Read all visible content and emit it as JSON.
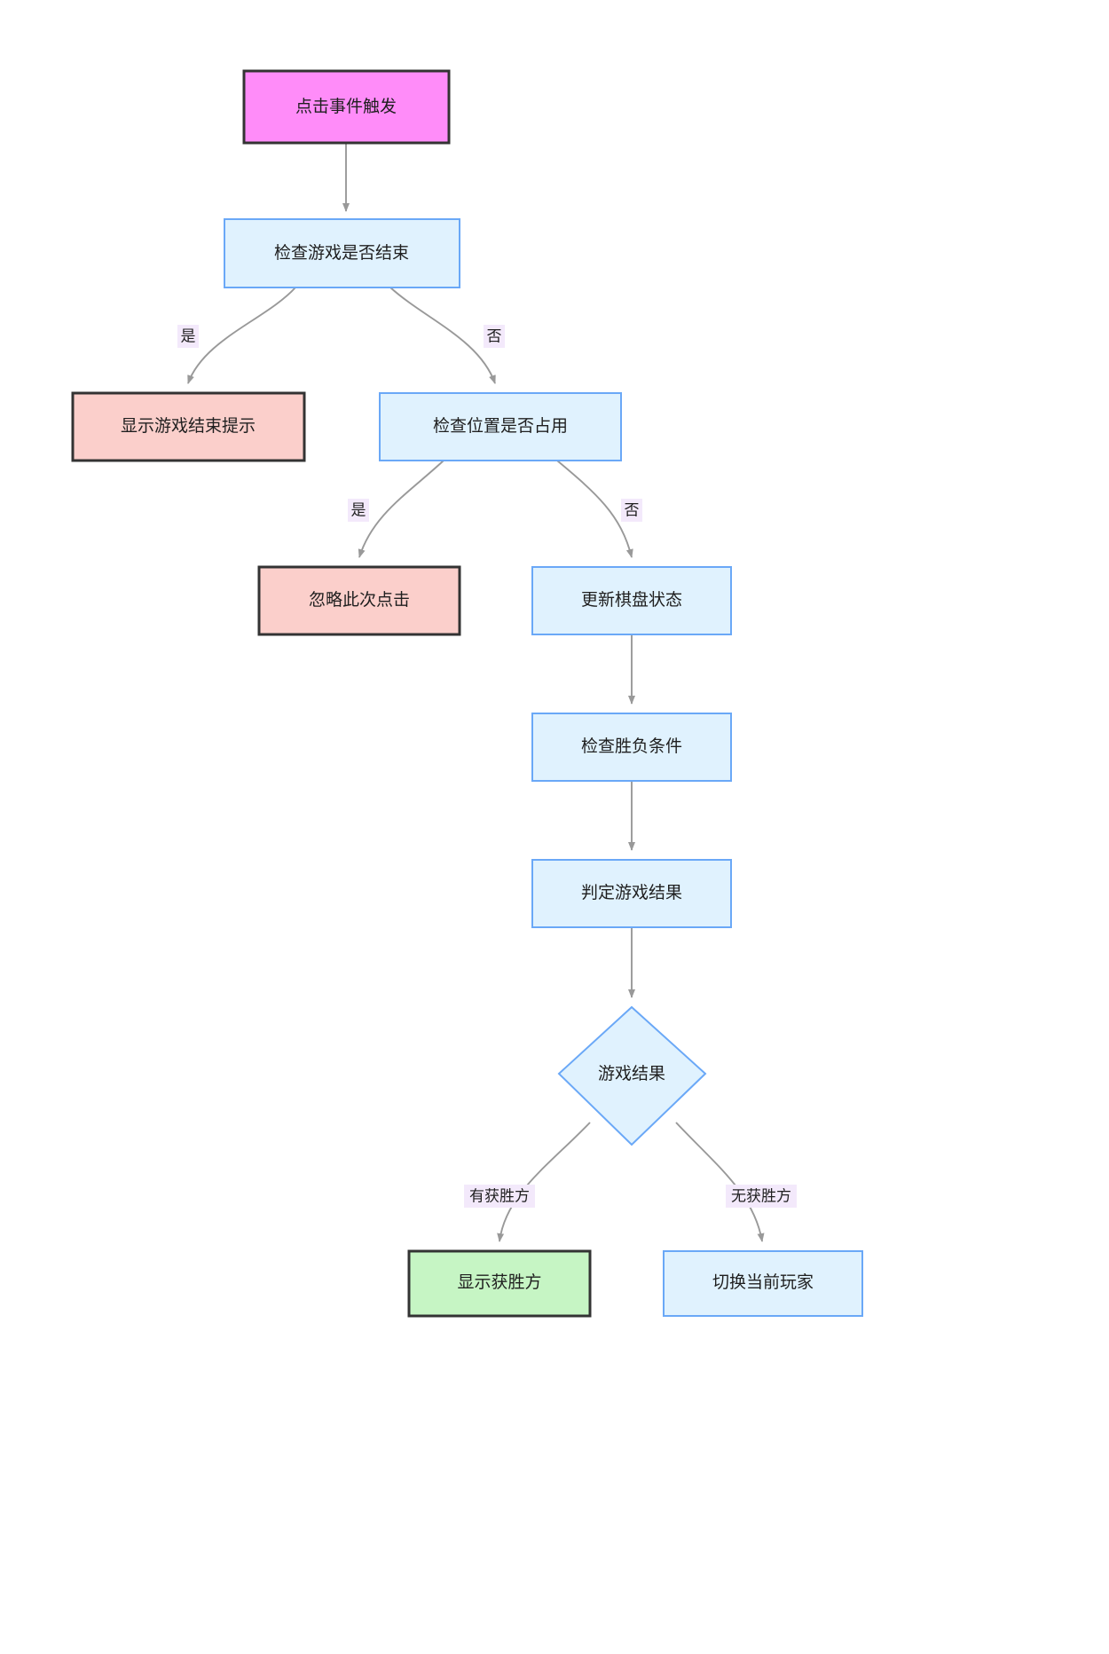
{
  "diagram": {
    "type": "flowchart",
    "direction": "top-down",
    "title": "",
    "background_color": "#ffffff",
    "palette": {
      "blue_fill": "#e0f2fe",
      "blue_stroke": "#6aa8f7",
      "magenta_fill": "#ff8cf9",
      "pink_fill": "#fbcfcb",
      "green_fill": "#c6f5c4",
      "dark_stroke": "#333333",
      "edge_stroke": "#999999",
      "edge_label_bg": "#f3e9fb",
      "text_color": "#1f1f1f"
    },
    "nodes": [
      {
        "id": "n1",
        "label": "点击事件触发",
        "shape": "rect",
        "style": "magenta"
      },
      {
        "id": "n2",
        "label": "检查游戏是否结束",
        "shape": "rect",
        "style": "blue"
      },
      {
        "id": "n3",
        "label": "显示游戏结束提示",
        "shape": "rect",
        "style": "pink"
      },
      {
        "id": "n4",
        "label": "检查位置是否占用",
        "shape": "rect",
        "style": "blue"
      },
      {
        "id": "n5",
        "label": "忽略此次点击",
        "shape": "rect",
        "style": "pink"
      },
      {
        "id": "n6",
        "label": "更新棋盘状态",
        "shape": "rect",
        "style": "blue"
      },
      {
        "id": "n7",
        "label": "检查胜负条件",
        "shape": "rect",
        "style": "blue"
      },
      {
        "id": "n8",
        "label": "判定游戏结果",
        "shape": "rect",
        "style": "blue"
      },
      {
        "id": "n9",
        "label": "游戏结果",
        "shape": "diamond",
        "style": "blue"
      },
      {
        "id": "n10",
        "label": "显示获胜方",
        "shape": "rect",
        "style": "green"
      },
      {
        "id": "n11",
        "label": "切换当前玩家",
        "shape": "rect",
        "style": "blue"
      }
    ],
    "edges": [
      {
        "from": "n1",
        "to": "n2",
        "label": ""
      },
      {
        "from": "n2",
        "to": "n3",
        "label": "是"
      },
      {
        "from": "n2",
        "to": "n4",
        "label": "否"
      },
      {
        "from": "n4",
        "to": "n5",
        "label": "是"
      },
      {
        "from": "n4",
        "to": "n6",
        "label": "否"
      },
      {
        "from": "n6",
        "to": "n7",
        "label": ""
      },
      {
        "from": "n7",
        "to": "n8",
        "label": ""
      },
      {
        "from": "n8",
        "to": "n9",
        "label": ""
      },
      {
        "from": "n9",
        "to": "n10",
        "label": "有获胜方"
      },
      {
        "from": "n9",
        "to": "n11",
        "label": "无获胜方"
      }
    ]
  }
}
